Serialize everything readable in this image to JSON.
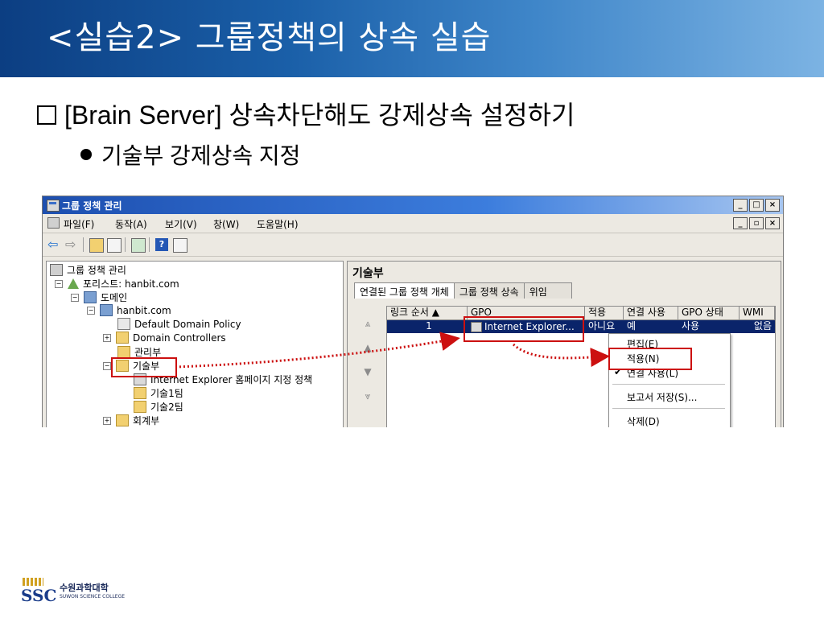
{
  "slide": {
    "title": "<실습2> 그룹정책의 상속 실습",
    "bullet1": "[Brain Server] 상속차단해도 강제상속 설정하기",
    "bullet2": "기술부 강제상속 지정"
  },
  "window": {
    "title": "그룹 정책 관리",
    "title_buttons": [
      "_",
      "□",
      "×"
    ],
    "menu": [
      "파일(F)",
      "동작(A)",
      "보기(V)",
      "창(W)",
      "도움말(H)"
    ],
    "menu_buttons": [
      "_",
      "▫",
      "×"
    ]
  },
  "toolbar": {
    "icons": [
      "back-icon",
      "forward-icon",
      "up-folder-icon",
      "show-hide-tree-icon",
      "refresh-icon",
      "help-icon",
      "properties-icon"
    ]
  },
  "tree": {
    "root": "그룹 정책 관리",
    "forest": "포리스트: hanbit.com",
    "domains": "도메인",
    "domain": "hanbit.com",
    "default_policy": "Default Domain Policy",
    "domain_controllers": "Domain Controllers",
    "ou_manage": "관리부",
    "ou_tech": "기술부",
    "ie_policy": "Internet Explorer 홈페이지 지정 정책",
    "team1": "기술1팀",
    "team2": "기술2팀",
    "ou_accounting": "회계부"
  },
  "right_pane": {
    "title": "기술부",
    "tabs": [
      "연결된 그룹 정책 개체",
      "그룹 정책 상속",
      "위임"
    ],
    "columns": [
      "링크 순서 ▲",
      "GPO",
      "적용",
      "연결 사용",
      "GPO 상태",
      "WMI"
    ],
    "row": {
      "order": "1",
      "gpo": "Internet Explorer...",
      "enforced": "아니요",
      "link_enabled": "예",
      "gpo_status": "사용",
      "wmi": "없음"
    }
  },
  "context_menu": {
    "items": [
      "편집(E)",
      "적용(N)",
      "연결 사용(L)",
      "보고서 저장(S)...",
      "삭제(D)"
    ],
    "checked_item": "연결 사용(L)"
  },
  "logo": {
    "mark": "SSC",
    "name_kr": "수원과학대학",
    "name_en": "SUWON SCIENCE COLLEGE"
  },
  "colors": {
    "header_dark": "#0c3e82",
    "header_light": "#7cb3e3",
    "highlight_red": "#cc1010",
    "selection_blue": "#0a246a"
  }
}
